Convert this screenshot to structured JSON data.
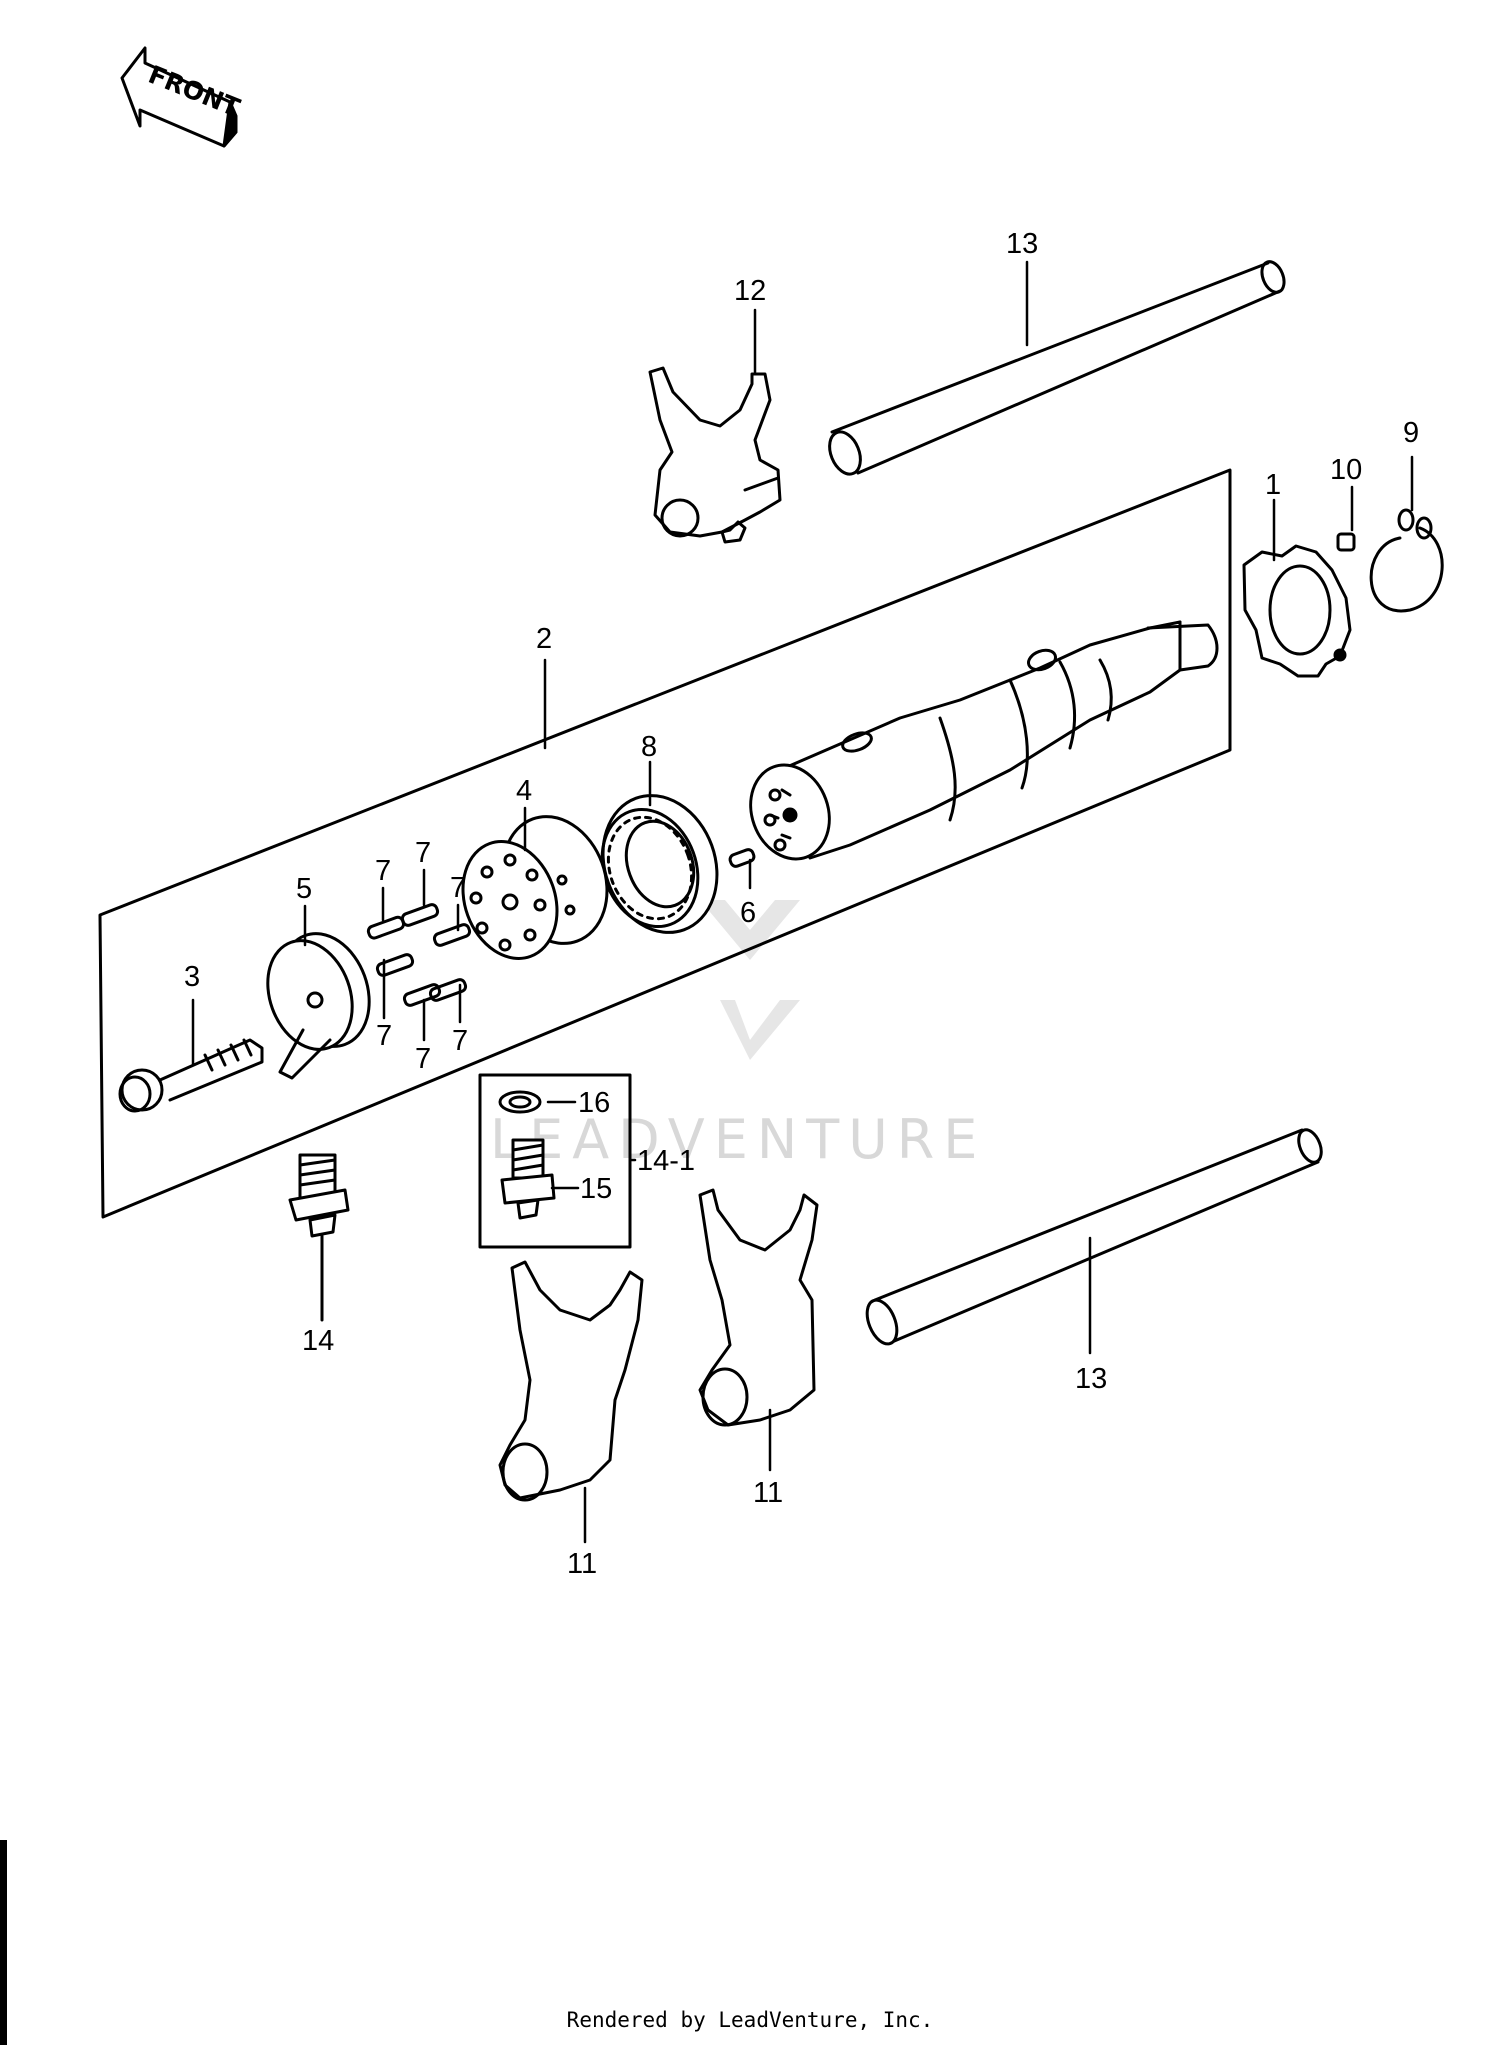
{
  "orientation": {
    "front_label": "FRONT"
  },
  "callouts": {
    "c1": "1",
    "c2": "2",
    "c3": "3",
    "c4": "4",
    "c5": "5",
    "c6": "6",
    "c7a": "7",
    "c7b": "7",
    "c7c": "7",
    "c7d": "7",
    "c7e": "7",
    "c7f": "7",
    "c8": "8",
    "c9": "9",
    "c10": "10",
    "c11a": "11",
    "c11b": "11",
    "c12": "12",
    "c13a": "13",
    "c13b": "13",
    "c14": "14",
    "c14_1": "14-1",
    "c15": "15",
    "c16": "16"
  },
  "watermark": "LEADVENTURE",
  "footer": "Rendered by LeadVenture, Inc.",
  "colors": {
    "line": "#000000",
    "watermark": "#d8d8d8",
    "background": "#ffffff"
  }
}
